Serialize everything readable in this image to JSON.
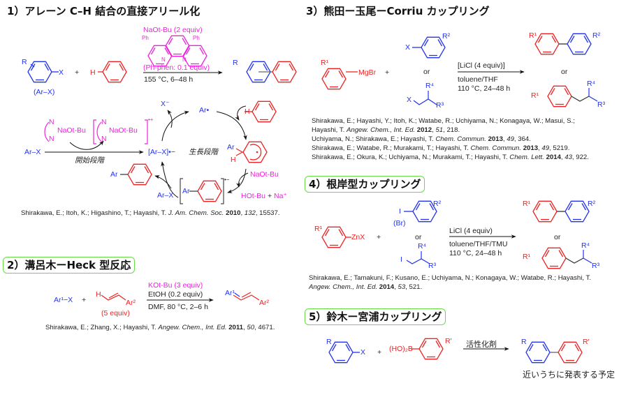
{
  "colors": {
    "aryl_halide": "#2233ee",
    "partner": "#ee2222",
    "base_ligand": "#ee22dd",
    "box_border": "#66dd44"
  },
  "s1": {
    "title": "1）アレーン C–H 結合の直接アリール化",
    "r": "R",
    "x": "X",
    "arx": "(Ar–X)",
    "plus": "+",
    "h": "H",
    "base": "NaOt-Bu (2 equiv)",
    "ph1": "Ph",
    "ph2": "Ph",
    "n1": "N",
    "n2": "N",
    "ligand": "(Ph-phen: 0.1 equiv)",
    "cond": "155 °C, 6–48 h",
    "prod_r": "R",
    "cycle": {
      "xminus": "X⁻",
      "ar_radical": "Ar•",
      "h": "H",
      "arx_start": "Ar–X",
      "init_label": "開始段階",
      "complex": "NaOt-Bu",
      "n_a": "N",
      "n_b": "N",
      "complex2": "NaOt-Bu",
      "n_c": "N",
      "n_d": "N",
      "complex2_charge": "•+",
      "arx_radical_anion": "[Ar–X]•−",
      "prop_label": "生長段階",
      "ar": "Ar",
      "h2": "H",
      "base": "NaOt-Bu",
      "byproduct_a": "HOt-Bu",
      "byproduct_plus": "+",
      "byproduct_b": "Na⁺",
      "ar_in_bracket": "Ar",
      "bracket_charge": "•−",
      "arx_feed": "Ar–X",
      "ar_product": "Ar"
    },
    "ref": {
      "authors": "Shirakawa, E.; Itoh, K.; Higashino, T.; Hayashi, T. ",
      "journal": "J. Am. Chem. Soc.",
      "year": "2010",
      "volume": "132",
      "pages": "15537."
    }
  },
  "s2": {
    "title": "2）溝呂木ーHeck 型反応",
    "ar1x": "Ar¹−X",
    "plus": "+",
    "h": "H",
    "ar2": "Ar²",
    "equiv": "(5 equiv)",
    "base": "KOt-Bu (3 equiv)",
    "additive": "EtOH (0.2 equiv)",
    "cond": "DMF, 80 °C, 2–6 h",
    "p_ar1": "Ar¹",
    "p_ar2": "Ar²",
    "ref": {
      "authors": "Shirakawa, E.; Zhang, X.; Hayashi, T. ",
      "journal": "Angew. Chem., Int. Ed.",
      "year": "2011",
      "volume": "50",
      "pages": "4671."
    }
  },
  "s3": {
    "title": "3）熊田ー玉尾ーCorriu カップリング",
    "r1": "R¹",
    "mgbr": "MgBr",
    "plus": "+",
    "x": "X",
    "r2": "R²",
    "or": "or",
    "vx": "X",
    "r4": "R⁴",
    "r3": "R³",
    "additive": "[LiCl (4 equiv)]",
    "solvent": "toluene/THF",
    "cond": "110 °C, 24–48 h",
    "p_r1": "R¹",
    "p_r2": "R²",
    "p_or": "or",
    "p2_r1": "R¹",
    "p2_r4": "R⁴",
    "p2_r3": "R³",
    "refs": [
      {
        "authors": "Shirakawa, E.; Hayashi, Y.; Itoh, K.; Watabe, R.; Uchiyama, N.; Konagaya, W.; Masui, S.;",
        "authors2": "Hayashi, T. ",
        "journal": "Angew. Chem., Int. Ed.",
        "year": "2012",
        "volume": "51",
        "pages": "218."
      },
      {
        "authors": "Uchiyama, N.; Shirakawa, E.; Hayashi, T. ",
        "journal": "Chem. Commun.",
        "year": "2013",
        "volume": "49",
        "pages": "364."
      },
      {
        "authors": "Shirakawa, E.; Watabe, R.; Murakami, T.; Hayashi, T. ",
        "journal": "Chem. Commun.",
        "year": "2013",
        "volume": "49",
        "pages": "5219."
      },
      {
        "authors": "Shirakawa, E.; Okura, K.; Uchiyama, N.; Murakami, T.; Hayashi, T. ",
        "journal": "Chem. Lett.",
        "year": "2014",
        "volume": "43",
        "pages": "922."
      }
    ]
  },
  "s4": {
    "title": "4）根岸型カップリング",
    "r1": "R¹",
    "znx": "ZnX",
    "plus": "+",
    "i": "I",
    "br": "(Br)",
    "r2": "R²",
    "or": "or",
    "vi": "I",
    "r4": "R⁴",
    "r3": "R³",
    "additive": "LiCl (4 equiv)",
    "solvent": "toluene/THF/TMU",
    "cond": "110 °C, 24–48 h",
    "p_r1": "R¹",
    "p_r2": "R²",
    "p_or": "or",
    "p2_r1": "R¹",
    "p2_r4": "R⁴",
    "p2_r3": "R³",
    "ref": {
      "authors": "Shirakawa, E.; Tamakuni, F.; Kusano, E.; Uchiyama, N.; Konagaya, W.; Watabe, R.;  Hayashi, T.",
      "journal": "Angew. Chem., Int. Ed.",
      "year": "2014",
      "volume": "53",
      "pages": "521."
    }
  },
  "s5": {
    "title": "5）鈴木ー宮浦カップリング",
    "r": "R",
    "x": "X",
    "plus": "+",
    "boronic": "(HO)₂B",
    "rp": "R'",
    "activator": "活性化剤",
    "p_r": "R",
    "p_rp": "R'",
    "note": "近いうちに発表する予定"
  }
}
